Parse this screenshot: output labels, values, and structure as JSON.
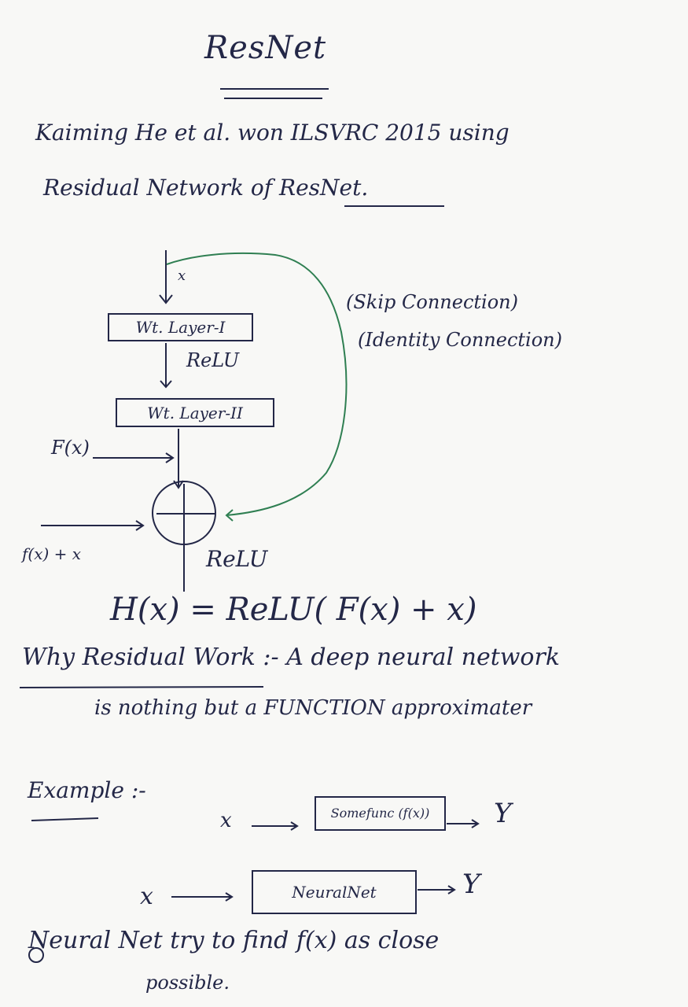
{
  "title": "ResNet",
  "intro": {
    "line1": "Kaiming He et al. won ILSVRC 2015 using",
    "line2": "Residual Network of ResNet."
  },
  "diagram": {
    "input_label": "x",
    "layer1": "Wt. Layer-I",
    "relu_mid": "ReLU",
    "layer2": "Wt. Layer-II",
    "fx_label": "F(x)",
    "sum_label": "f(x) + x",
    "relu_out": "ReLU",
    "skip_label": "(Skip Connection)",
    "identity_label": "(Identity Connection)"
  },
  "equation": "H(x) = ReLU( F(x) + x)",
  "why": {
    "line1": "Why Residual Work :- A deep neural network",
    "line2": "is nothing but a FUNCTION approximater"
  },
  "example": {
    "label": "Example :-",
    "row1": {
      "input": "x",
      "box": "Somefunc (f(x))",
      "output": "Y"
    },
    "row2": {
      "input": "x",
      "box": "NeuralNet",
      "output": "Y"
    }
  },
  "note": {
    "line1": "Neural Net try to find f(x) as close",
    "line2": "possible."
  },
  "colors": {
    "ink": "#232747",
    "green_ink": "#2f7f52",
    "paper": "#f8f8f6"
  }
}
